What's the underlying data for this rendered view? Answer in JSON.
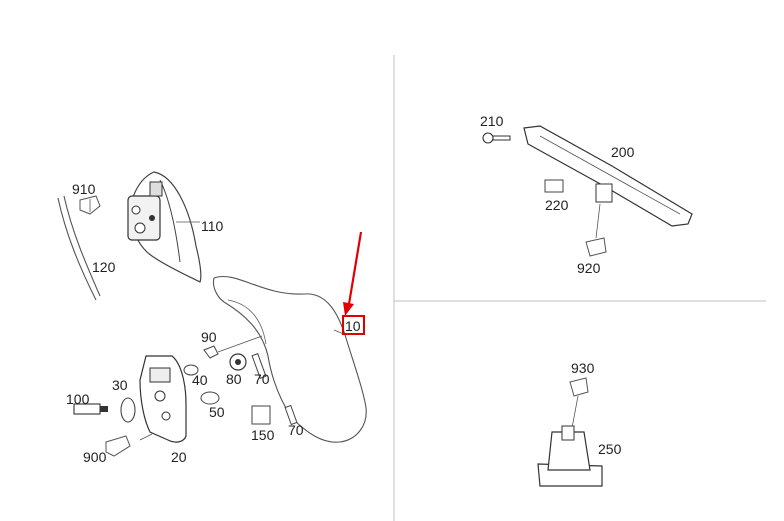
{
  "diagram": {
    "highlight_color": "#e00000",
    "line_color": "#555555",
    "divider_color": "#cccccc",
    "left_panel": {
      "labels": [
        "910",
        "110",
        "120",
        "90",
        "10",
        "30",
        "40",
        "80",
        "70",
        "100",
        "50",
        "150",
        "70",
        "900",
        "20"
      ]
    },
    "top_right_panel": {
      "labels": [
        "210",
        "200",
        "220",
        "920"
      ]
    },
    "bottom_right_panel": {
      "labels": [
        "930",
        "250"
      ]
    },
    "highlighted_label": "10"
  }
}
